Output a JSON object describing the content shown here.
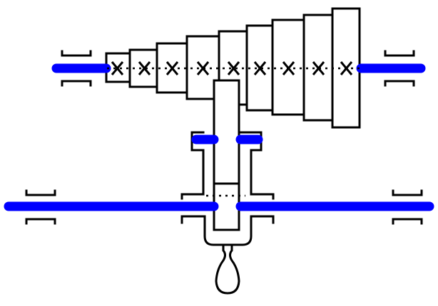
{
  "diagram": {
    "kind": "gearbox-schematic",
    "colors": {
      "shaft": "#0000ff",
      "outline": "#000000",
      "background": "#ffffff"
    },
    "gear_cluster": {
      "gear_count": 9,
      "gear_marker": "cross"
    },
    "shafts": [
      {
        "id": "upper-shaft"
      },
      {
        "id": "lower-shaft"
      },
      {
        "id": "clutch-shaft"
      }
    ],
    "components": [
      "stepped-gear-cone",
      "sliding-selector",
      "shift-fork",
      "selector-knob",
      "bearings"
    ]
  }
}
